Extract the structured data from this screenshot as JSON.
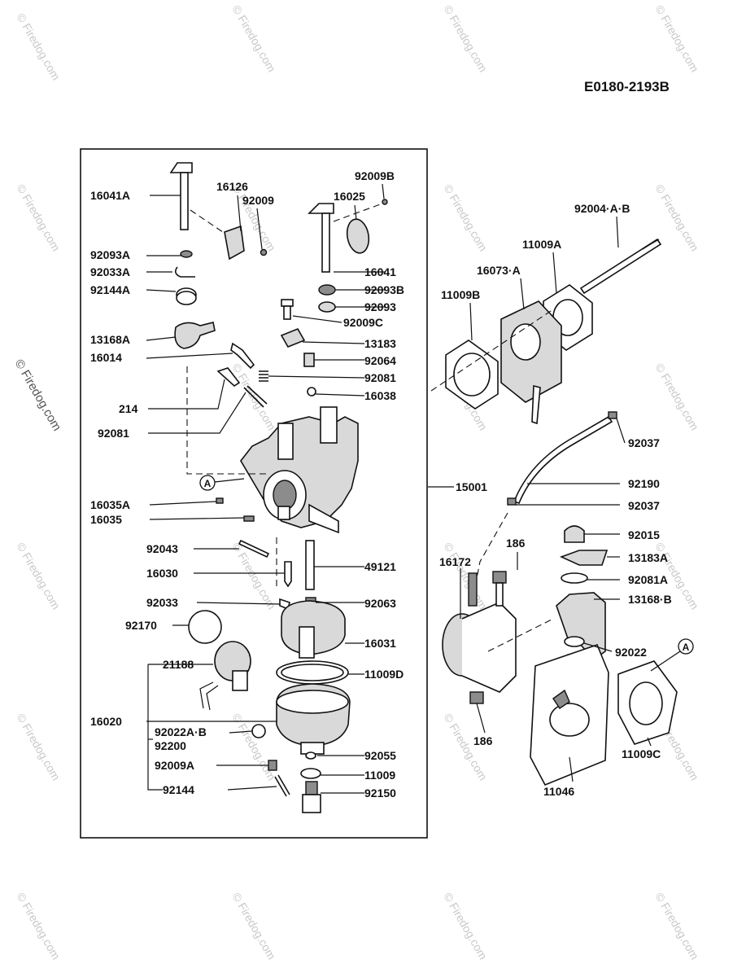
{
  "diagram_code": "E0180-2193B",
  "watermark": "© Firedog.com",
  "callouts": {
    "a": "16041A",
    "b": "16126",
    "c": "92009",
    "d": "92009B",
    "e": "16025",
    "f": "92093A",
    "g": "92033A",
    "h": "92144A",
    "i": "13168A",
    "j": "16014",
    "k": "214",
    "l": "92081",
    "m": "16041",
    "n": "92093B",
    "o": "92093",
    "p": "92009C",
    "q": "13183",
    "r": "92064",
    "s": "92081",
    "t": "16038",
    "u": "16035A",
    "v": "16035",
    "w": "92043",
    "x": "16030",
    "y": "92033",
    "z": "92170",
    "aa": "49121",
    "ab": "92063",
    "ac": "16031",
    "ad": "11009D",
    "ae": "21188",
    "af": "16020",
    "ag": "92022A·B",
    "ah": "92200",
    "ai": "92009A",
    "aj": "92144",
    "ak": "92055",
    "al": "11009",
    "am": "92150",
    "an": "15001",
    "ao": "92004·A·B",
    "ap": "11009A",
    "aq": "16073·A",
    "ar": "11009B",
    "as": "92037",
    "at": "92190",
    "au": "92037",
    "av": "186",
    "aw": "16172",
    "ax": "92015",
    "ay": "13183A",
    "az": "92081A",
    "ba": "13168·B",
    "bb": "92022",
    "bc": "186",
    "bd": "11046",
    "be": "11009C",
    "bf": "A",
    "bg": "A"
  }
}
